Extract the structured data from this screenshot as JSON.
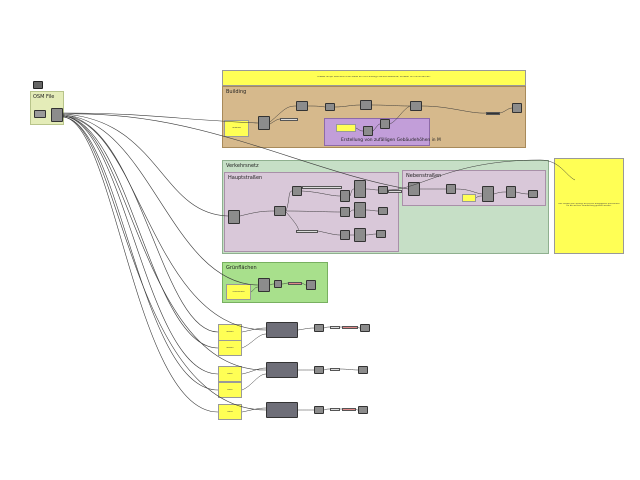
{
  "osm_source": {
    "title": "OSM File"
  },
  "header_note": {
    "text": "Dieses Skript liest eine OSM-Datei ein und erzeugt daraus Gebäude, Straßen und Grünflächen."
  },
  "groups": {
    "building": {
      "title": "Building",
      "subgroup_title": "Erstellung von zufälligen Gebäudehöhen in M",
      "note_text": "Gebäude"
    },
    "verkehrsnetz": {
      "title": "Verkehrsnetz"
    },
    "hauptstrassen": {
      "title": "Hauptstraßen"
    },
    "nebenstrassen": {
      "title": "Nebenstraßen"
    },
    "gruenflaechen": {
      "title": "Grünflächen",
      "note_text": "Grünflächen"
    }
  },
  "side_note": {
    "text": "Hier werden alle Straßen als Kurven ausgegeben und können für die weitere Verarbeitung genutzt werden."
  },
  "extra_notes": [
    {
      "text": "Wasser"
    },
    {
      "text": "Wasser"
    },
    {
      "text": "Bahn"
    },
    {
      "text": "Bahn"
    },
    {
      "text": "Parks"
    }
  ],
  "colors": {
    "building_group": "#d6b98c",
    "building_sub": "#c29ed9",
    "verkehrsnetz_group": "#c6dfc6",
    "hauptstrassen_group": "#d9c8d9",
    "gruenflaechen_group": "#a8e08c",
    "osm_group": "#e4ecb8",
    "note_yellow": "#ffff55",
    "wire": "#3a3a3a"
  }
}
